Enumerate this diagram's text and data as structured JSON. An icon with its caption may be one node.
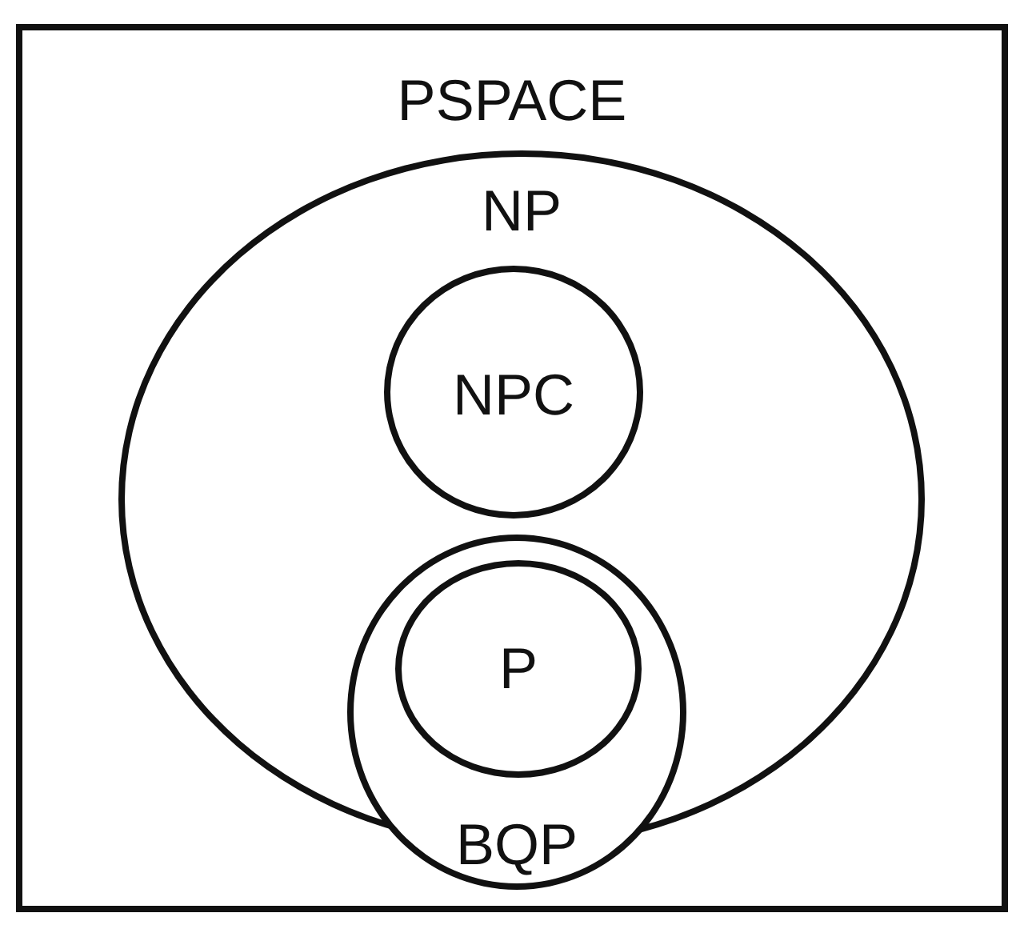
{
  "diagram": {
    "nodes": [
      {
        "text": [
          "PSPACE"
        ]
      },
      {
        "text": [
          "NP"
        ],
        "in": 0
      },
      {
        "text": [
          "NPC"
        ],
        "in": 1
      },
      {
        "text": [
          "BQP"
        ],
        "in": 0
      },
      {
        "text": [
          "P"
        ],
        "in": 3
      }
    ],
    "edges": []
  }
}
